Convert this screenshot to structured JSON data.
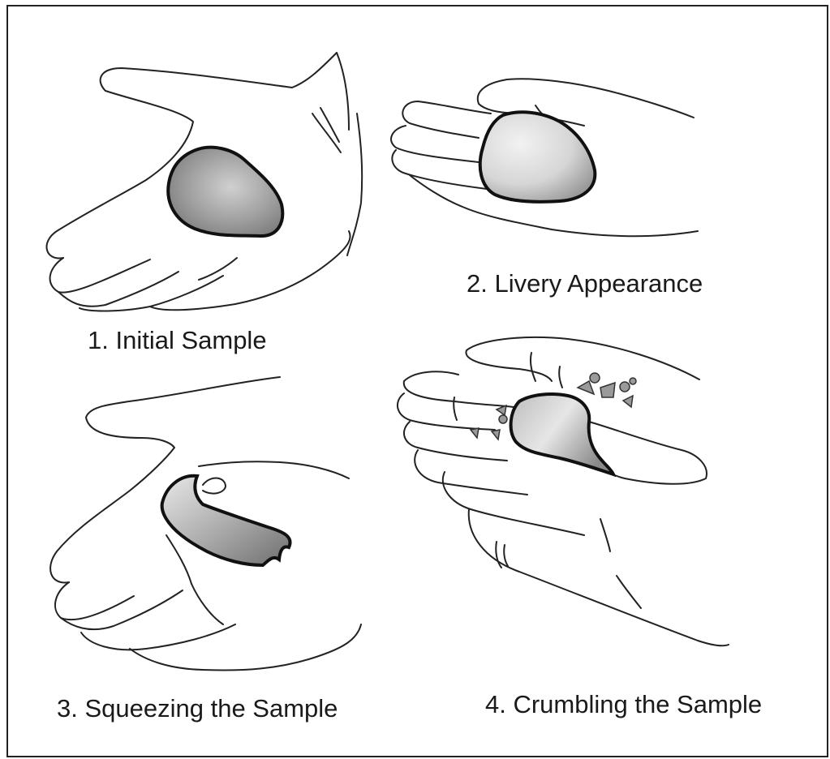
{
  "panels": [
    {
      "caption": "1. Initial Sample"
    },
    {
      "caption": "2. Livery Appearance"
    },
    {
      "caption": "3. Squeezing the Sample"
    },
    {
      "caption": "4. Crumbling the Sample"
    }
  ],
  "colors": {
    "line": "#222222",
    "sample_dark": "#7d7d7d",
    "sample_light": "#e6e6e6",
    "border": "#222222"
  }
}
